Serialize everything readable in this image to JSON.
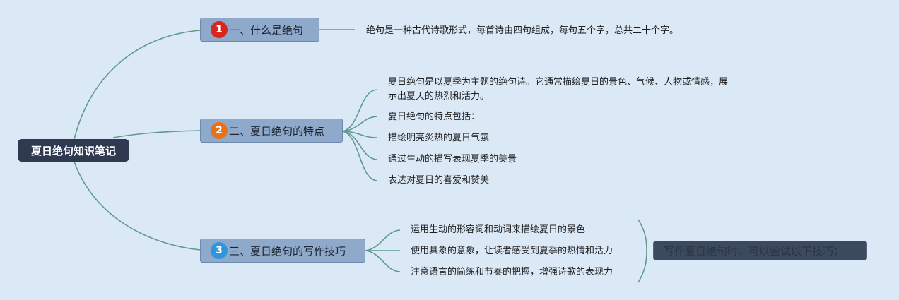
{
  "root": {
    "label": "夏日绝句知识笔记"
  },
  "topics": [
    {
      "badge": "1",
      "badge_color": "#d9261c",
      "label": "一、什么是绝句",
      "leaves": [
        "绝句是一种古代诗歌形式，每首诗由四句组成，每句五个字，总共二十个字。"
      ]
    },
    {
      "badge": "2",
      "badge_color": "#e8711c",
      "label": "二、夏日绝句的特点",
      "leaves": [
        "夏日绝句是以夏季为主题的绝句诗。它通常描绘夏日的景色、气候、人物或情感，展示出夏天的热烈和活力。",
        "夏日绝句的特点包括：",
        "描绘明亮炎热的夏日气氛",
        "通过生动的描写表现夏季的美景",
        "表达对夏日的喜爱和赞美"
      ]
    },
    {
      "badge": "3",
      "badge_color": "#2f95dc",
      "label": "三、夏日绝句的写作技巧",
      "leaves": [
        "运用生动的形容词和动词来描绘夏日的景色",
        "使用具象的意象，让读者感受到夏季的热情和活力",
        "注意语言的简练和节奏的把握，增强诗歌的表现力"
      ],
      "summary": "写作夏日绝句时，可以尝试以下技巧："
    }
  ],
  "colors": {
    "background": "#dbe9f7",
    "connector": "#5f9a8f",
    "root": "#2f3a50",
    "topic": "#8fa9cb"
  }
}
